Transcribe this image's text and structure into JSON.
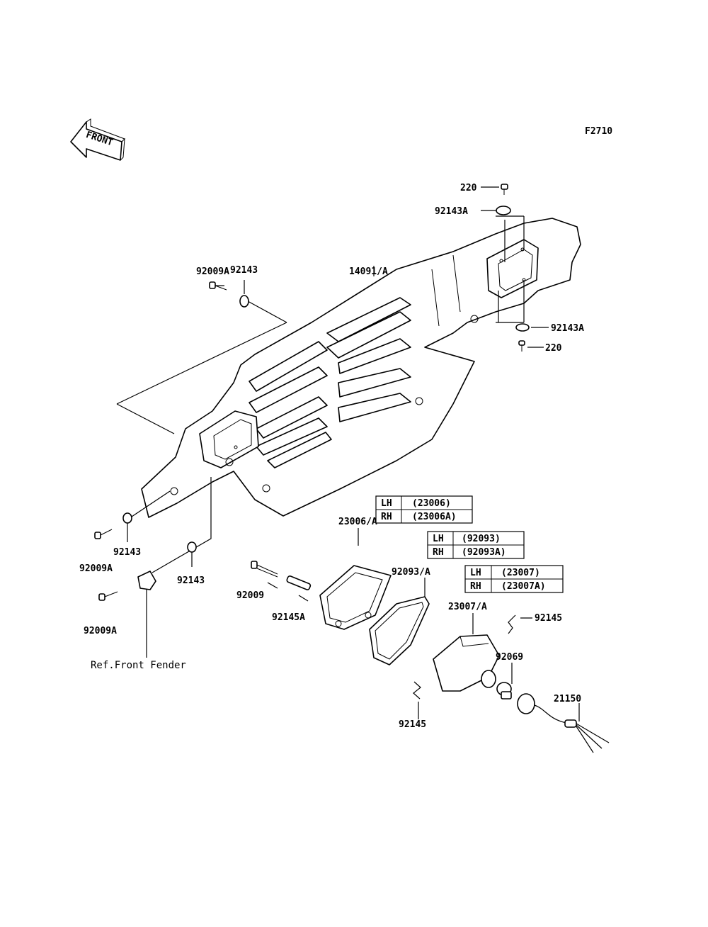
{
  "figure_code": "F2710",
  "front_arrow_text": "FRONT",
  "part_labels": {
    "p220_top": "220",
    "p92143A_top": "92143A",
    "p14091A": "14091/A",
    "p92009A_top": "92009A",
    "p92143_top": "92143",
    "p92143A_right": "92143A",
    "p220_right": "220",
    "p92143_left": "92143",
    "p92009A_left": "92009A",
    "p92143_mid": "92143",
    "p92009A_bottom": "92009A",
    "p92009": "92009",
    "p92145A": "92145A",
    "p23006A": "23006/A",
    "p92093A": "92093/A",
    "p23007A": "23007/A",
    "p92145_right": "92145",
    "p92069": "92069",
    "p21150": "21150",
    "p92145_bottom": "92145"
  },
  "ref_note": "Ref.Front Fender",
  "tables": [
    {
      "rows": [
        [
          "LH",
          "(23006)"
        ],
        [
          "RH",
          "(23006A)"
        ]
      ]
    },
    {
      "rows": [
        [
          "LH",
          "(92093)"
        ],
        [
          "RH",
          "(92093A)"
        ]
      ]
    },
    {
      "rows": [
        [
          "LH",
          "(23007)"
        ],
        [
          "RH",
          "(23007A)"
        ]
      ]
    }
  ]
}
